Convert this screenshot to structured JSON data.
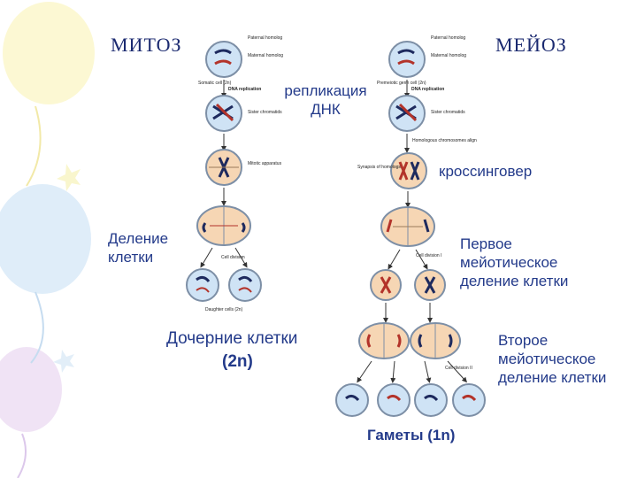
{
  "titles": {
    "mitosis": "МИТОЗ",
    "meiosis": "МЕЙОЗ"
  },
  "labels": {
    "dna_replication": "репликация ДНК",
    "crossingover": "кроссинговер",
    "cell_division": "Деление клетки",
    "meiosis1": "Первое мейотическое деление клетки",
    "meiosis2": "Второе мейотическое деление клетки",
    "daughter_cells": "Дочерние клетки",
    "daughter_cells_ploidy": "(2n)",
    "gametes": "Гаметы (1n)"
  },
  "small_labels": {
    "paternal_homolog": "Paternal homolog",
    "maternal_homolog": "Maternal homolog",
    "somatic_cell": "Somatic cell (2n)",
    "premeiotic_cell": "Premeiotic germ cell (2n)",
    "dna_replication_en": "DNA replication",
    "sister_chromatids": "Sister chromatids",
    "homologous_align": "Homologous chromosomes align",
    "mitotic_apparatus": "Mitotic apparatus",
    "synapsis": "Synapsis of homologs",
    "cell_division_en": "Cell division",
    "cell_division_1": "Cell division I",
    "cell_division_2": "Cell division II",
    "daughter_cells_en": "Daughter cells (2n)"
  },
  "colors": {
    "cell_fill": "#cfe3f5",
    "cell_stroke": "#7d8fa6",
    "dividing_fill": "#f6d6b4",
    "chromosome_dark": "#1e2a5e",
    "chromosome_red": "#b3332a",
    "text_blue": "#233a8a"
  }
}
